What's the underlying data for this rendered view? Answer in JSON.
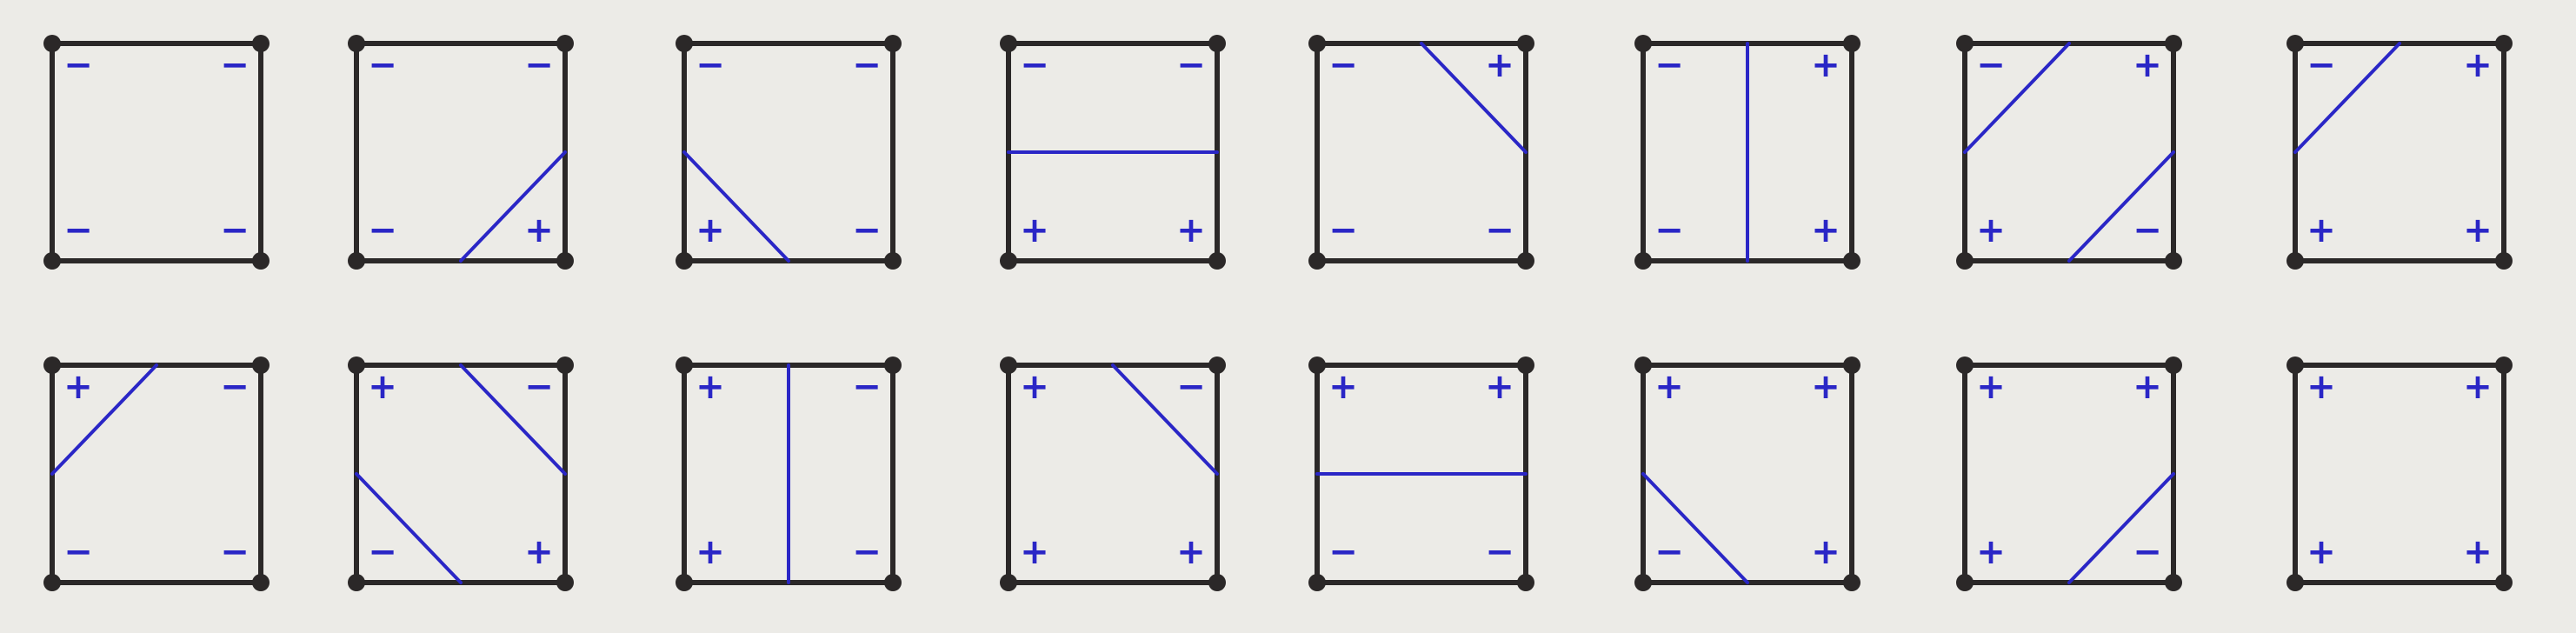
{
  "colors": {
    "paper": "#ecebe7",
    "frame": "#2b2828",
    "ink": "#2a26c6"
  },
  "cells": [
    {
      "corners": [
        "-",
        "-",
        "-",
        "-"
      ],
      "cuts": []
    },
    {
      "corners": [
        "-",
        "-",
        "-",
        "+"
      ],
      "cuts": [
        [
          "bottom",
          "right"
        ]
      ]
    },
    {
      "corners": [
        "-",
        "-",
        "+",
        "-"
      ],
      "cuts": [
        [
          "left",
          "bottom"
        ]
      ]
    },
    {
      "corners": [
        "-",
        "-",
        "+",
        "+"
      ],
      "cuts": [
        [
          "left",
          "right"
        ]
      ]
    },
    {
      "corners": [
        "-",
        "+",
        "-",
        "-"
      ],
      "cuts": [
        [
          "top",
          "right"
        ]
      ]
    },
    {
      "corners": [
        "-",
        "+",
        "-",
        "+"
      ],
      "cuts": [
        [
          "top",
          "bottom"
        ]
      ]
    },
    {
      "corners": [
        "-",
        "+",
        "+",
        "-"
      ],
      "cuts": [
        [
          "top",
          "left"
        ],
        [
          "right",
          "bottom"
        ]
      ]
    },
    {
      "corners": [
        "-",
        "+",
        "+",
        "+"
      ],
      "cuts": [
        [
          "top",
          "left"
        ]
      ]
    },
    {
      "corners": [
        "+",
        "-",
        "-",
        "-"
      ],
      "cuts": [
        [
          "top",
          "left"
        ]
      ]
    },
    {
      "corners": [
        "+",
        "-",
        "-",
        "+"
      ],
      "cuts": [
        [
          "top",
          "right"
        ],
        [
          "left",
          "bottom"
        ]
      ]
    },
    {
      "corners": [
        "+",
        "-",
        "+",
        "-"
      ],
      "cuts": [
        [
          "top",
          "bottom"
        ]
      ]
    },
    {
      "corners": [
        "+",
        "-",
        "+",
        "+"
      ],
      "cuts": [
        [
          "top",
          "right"
        ]
      ]
    },
    {
      "corners": [
        "+",
        "+",
        "-",
        "-"
      ],
      "cuts": [
        [
          "left",
          "right"
        ]
      ]
    },
    {
      "corners": [
        "+",
        "+",
        "-",
        "+"
      ],
      "cuts": [
        [
          "left",
          "bottom"
        ]
      ]
    },
    {
      "corners": [
        "+",
        "+",
        "+",
        "-"
      ],
      "cuts": [
        [
          "bottom",
          "right"
        ]
      ]
    },
    {
      "corners": [
        "+",
        "+",
        "+",
        "+"
      ],
      "cuts": []
    }
  ]
}
